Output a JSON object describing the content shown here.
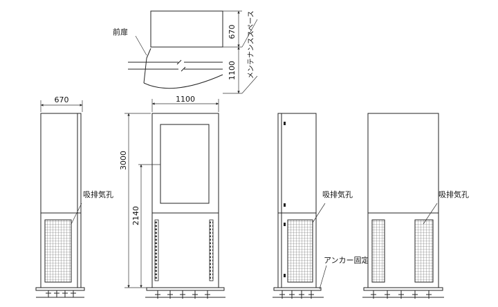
{
  "top_view": {
    "depth": "670",
    "width": "1100",
    "door_label": "前扉",
    "maintenance_label": "メンテナンススペース"
  },
  "side_view": {
    "depth": "670",
    "vent_label": "吸排気孔"
  },
  "front_view": {
    "width": "1100",
    "height_total": "3000",
    "height_lower": "2140"
  },
  "right_view": {
    "vent_label": "吸排気孔",
    "anchor_label": "アンカー固定"
  },
  "back_view": {
    "vent_label": "吸排気孔"
  },
  "colors": {
    "line": "#222222",
    "background": "#ffffff"
  }
}
